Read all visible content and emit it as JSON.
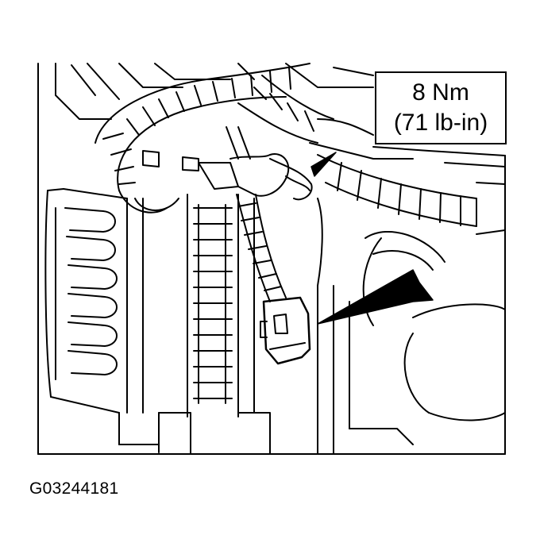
{
  "callout": {
    "torque_metric": "8 Nm",
    "torque_imperial": "(71 lb-in)"
  },
  "figure": {
    "id": "G03244181"
  },
  "colors": {
    "line": "#000000",
    "background": "#ffffff"
  },
  "icons": {
    "pointer": "arrow-icon"
  }
}
